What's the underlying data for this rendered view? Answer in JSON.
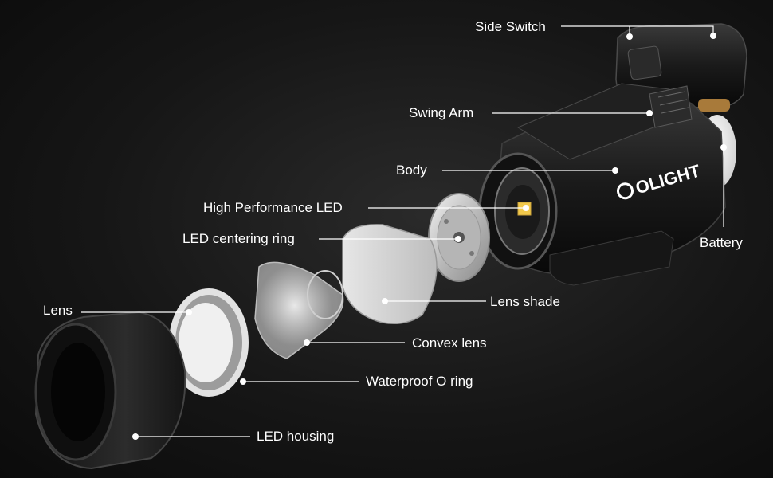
{
  "brand": {
    "logo_text": "OLIGHT"
  },
  "labels": {
    "side_switch": "Side Switch",
    "swing_arm": "Swing Arm",
    "body": "Body",
    "high_performance_led": "High Performance LED",
    "led_centering_ring": "LED centering ring",
    "battery": "Battery",
    "lens_shade": "Lens shade",
    "lens": "Lens",
    "convex_lens": "Convex lens",
    "waterproof_o_ring": "Waterproof O ring",
    "led_housing": "LED housing"
  },
  "colors": {
    "background": "#161616",
    "text": "#ffffff",
    "leader_line": "#ffffff",
    "aluminum": "#cfcfcf",
    "body_black": "#1c1c1c",
    "led_yellow": "#f2c94c"
  }
}
